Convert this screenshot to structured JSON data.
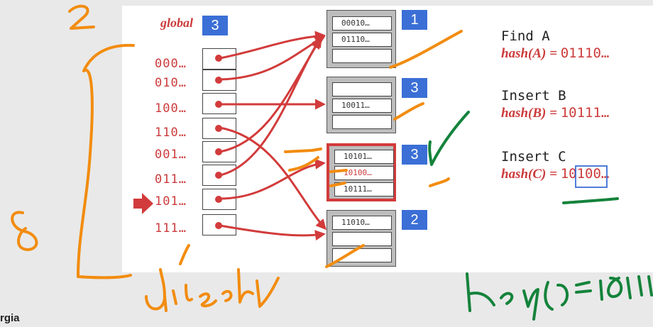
{
  "directory": {
    "global_label": "global",
    "global_depth": "3",
    "slots": [
      "000…",
      "010…",
      "100…",
      "110…",
      "001…",
      "011…",
      "101…",
      "111…"
    ]
  },
  "buckets": [
    {
      "depth": "1",
      "entries": [
        "00010…",
        "01110…",
        ""
      ]
    },
    {
      "depth": "3",
      "entries": [
        "",
        "10011…",
        ""
      ]
    },
    {
      "depth": "3",
      "entries": [
        "10101…",
        "10100…",
        "10111…"
      ]
    },
    {
      "depth": "2",
      "entries": [
        "11010…",
        "",
        ""
      ]
    }
  ],
  "operations": [
    {
      "title": "Find A",
      "hash_fn": "hash(A)",
      "eq": " = ",
      "value": "01110…"
    },
    {
      "title": "Insert B",
      "hash_fn": "hash(B)",
      "eq": " = ",
      "value": "10111…"
    },
    {
      "title": "Insert C",
      "hash_fn": "hash(C)",
      "eq": " = ",
      "value": "10100…"
    }
  ],
  "annotations": {
    "top_number": "2",
    "side_number": "8",
    "directory_word": "directory",
    "key_note": "key(D)=10111"
  },
  "logo_text": "rgia",
  "colors": {
    "accent_red": "#cc3b3b",
    "depth_blue": "#3b6fd6",
    "ink_orange": "#f28c0f",
    "ink_green": "#14833b"
  }
}
